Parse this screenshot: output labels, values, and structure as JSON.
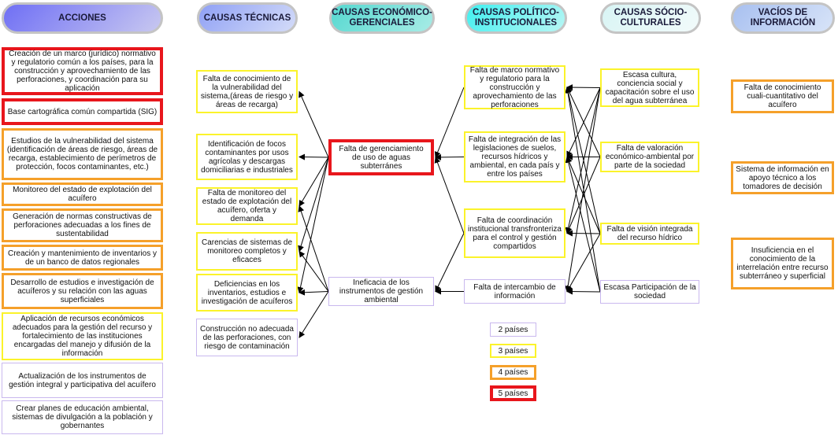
{
  "headers": {
    "acciones": "ACCIONES",
    "tecnicas": "CAUSAS TÉCNICAS",
    "economicas": "CAUSAS ECONÓMICO-GERENCIALES",
    "politicas": "CAUSAS POLÍTICO-INSTITUCIONALES",
    "socio": "CAUSAS SÓCIO-CULTURALES",
    "vacios": "VACÍOS DE INFORMACIÓN"
  },
  "colors": {
    "2": "#c9b8ee",
    "3": "#fbf32a",
    "4": "#f5a02a",
    "5": "#e8161c"
  },
  "acciones": [
    {
      "text": "Creación de un marco (jurídico) normativo y regulatorio común a los países, para la construcción y aprovechamiento de las perforaciones, y coordinación para su aplicación",
      "paises": 5
    },
    {
      "text": "Base cartográfica común compartida (SIG)",
      "paises": 5
    },
    {
      "text": "Estudios de la vulnerabilidad del sistema (identificación de áreas de riesgo, áreas de recarga, establecimiento de perímetros de protección, focos contaminantes, etc.)",
      "paises": 4
    },
    {
      "text": "Monitoreo del estado de explotación del acuífero",
      "paises": 4
    },
    {
      "text": "Generación de normas constructivas de perforaciones adecuadas a los fines de sustentabilidad",
      "paises": 4
    },
    {
      "text": "Creación y mantenimiento de inventarios y de un banco de datos regionales",
      "paises": 4
    },
    {
      "text": "Desarrollo de estudios e investigación de acuíferos y su relación con las aguas superficiales",
      "paises": 4
    },
    {
      "text": "Aplicación de recursos económicos adecuados para la gestión del recurso y fortalecimiento de las instituciones encargadas del manejo y difusión de la información",
      "paises": 3
    },
    {
      "text": "Actualización de los instrumentos de gestión integral y participativa del acuífero",
      "paises": 2
    },
    {
      "text": "Crear planes de educación ambiental, sistemas de divulgación a la población y gobernantes",
      "paises": 2
    }
  ],
  "tecnicas": [
    {
      "text": "Falta de conocimiento de la vulnerabilidad del sistema,(áreas de riesgo y áreas de recarga)",
      "paises": 3
    },
    {
      "text": "Identificación de focos contaminantes por usos agrícolas y descargas domiciliarias e industriales",
      "paises": 3
    },
    {
      "text": "Falta de monitoreo del estado de explotación del acuífero, oferta y demanda",
      "paises": 3
    },
    {
      "text": "Carencias de sistemas de monitoreo completos y eficaces",
      "paises": 3
    },
    {
      "text": "Deficiencias en los inventarios, estudios e investigación de acuíferos",
      "paises": 3
    },
    {
      "text": "Construcción no adecuada de las perforaciones, con riesgo de contaminación",
      "paises": 2
    }
  ],
  "economicas": [
    {
      "text": "Falta de gerenciamiento de uso de aguas subterránes",
      "paises": 5
    },
    {
      "text": "Ineficacia de los instrumentos de gestión ambiental",
      "paises": 2
    }
  ],
  "politicas": [
    {
      "text": "Falta de marco normativo y regulatorio para la construcción y aprovechamiento de las perforaciones",
      "paises": 3
    },
    {
      "text": "Falta de integración de las legislaciones de suelos, recursos hídricos y ambiental, en cada país y entre los países",
      "paises": 3
    },
    {
      "text": "Falta de coordinación institucional transfronteriza para el control y gestión compartidos",
      "paises": 3
    },
    {
      "text": "Falta de intercambio de información",
      "paises": 2
    }
  ],
  "socio": [
    {
      "text": "Escasa cultura, conciencia social y capacitación sobre el uso del agua subterránea",
      "paises": 3
    },
    {
      "text": "Falta de valoración económico-ambiental por parte de la sociedad",
      "paises": 3
    },
    {
      "text": "Falta de visión integrada del recurso hídrico",
      "paises": 3
    },
    {
      "text": "Escasa Participación de la sociedad",
      "paises": 2
    }
  ],
  "vacios": [
    {
      "text": "Falta de conocimiento cuali-cuantitativo del acuífero",
      "paises": 4
    },
    {
      "text": "Sistema de información en apoyo técnico a los tomadores de decisión",
      "paises": 4
    },
    {
      "text": "Insuficiencia en el conocimiento de la interrelación entre recurso subterráneo y superficial",
      "paises": 4
    }
  ],
  "legend": [
    {
      "text": "2 países",
      "paises": 2
    },
    {
      "text": "3 países",
      "paises": 3
    },
    {
      "text": "4 países",
      "paises": 4
    },
    {
      "text": "5 países",
      "paises": 5
    }
  ],
  "edges": [
    [
      "e0",
      "t0"
    ],
    [
      "e0",
      "t1"
    ],
    [
      "e0",
      "t2"
    ],
    [
      "e0",
      "t3"
    ],
    [
      "e0",
      "t4"
    ],
    [
      "e1",
      "t2"
    ],
    [
      "e1",
      "t3"
    ],
    [
      "e1",
      "t4"
    ],
    [
      "e1",
      "t5"
    ],
    [
      "p0",
      "e0"
    ],
    [
      "p1",
      "e0"
    ],
    [
      "p2",
      "e0"
    ],
    [
      "p3",
      "e1"
    ],
    [
      "p2",
      "e1"
    ],
    [
      "s0",
      "p0"
    ],
    [
      "s0",
      "p1"
    ],
    [
      "s0",
      "p2"
    ],
    [
      "s0",
      "p3"
    ],
    [
      "s1",
      "p1"
    ],
    [
      "s1",
      "p0"
    ],
    [
      "s1",
      "p2"
    ],
    [
      "s2",
      "p2"
    ],
    [
      "s2",
      "p1"
    ],
    [
      "s2",
      "p3"
    ],
    [
      "s2",
      "p0"
    ],
    [
      "s3",
      "p3"
    ],
    [
      "s3",
      "p1"
    ],
    [
      "s3",
      "p0"
    ]
  ]
}
